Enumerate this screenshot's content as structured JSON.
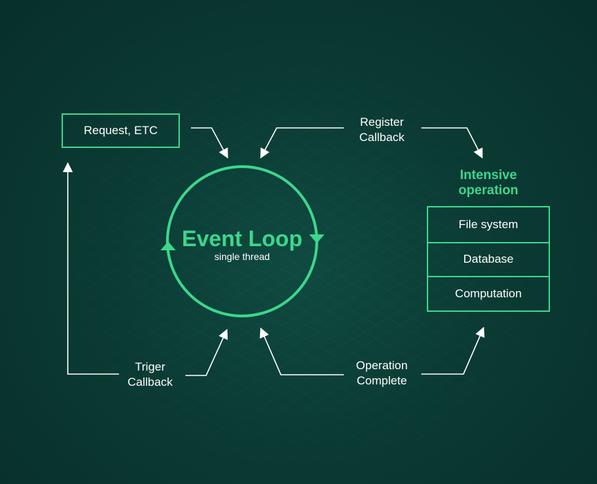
{
  "request_box": {
    "label": "Request, ETC"
  },
  "event_loop": {
    "title": "Event Loop",
    "subtitle": "single thread"
  },
  "register_callback": {
    "line1": "Register",
    "line2": "Callback"
  },
  "trigger_callback": {
    "line1": "Triger",
    "line2": "Callback"
  },
  "operation_complete": {
    "line1": "Operation",
    "line2": "Complete"
  },
  "intensive": {
    "title_line1": "Intensive",
    "title_line2": "operation",
    "items": [
      "File system",
      "Database",
      "Computation"
    ]
  },
  "colors": {
    "accent": "#3dd68c",
    "background": "#0b3b34",
    "line": "#ffffff"
  }
}
